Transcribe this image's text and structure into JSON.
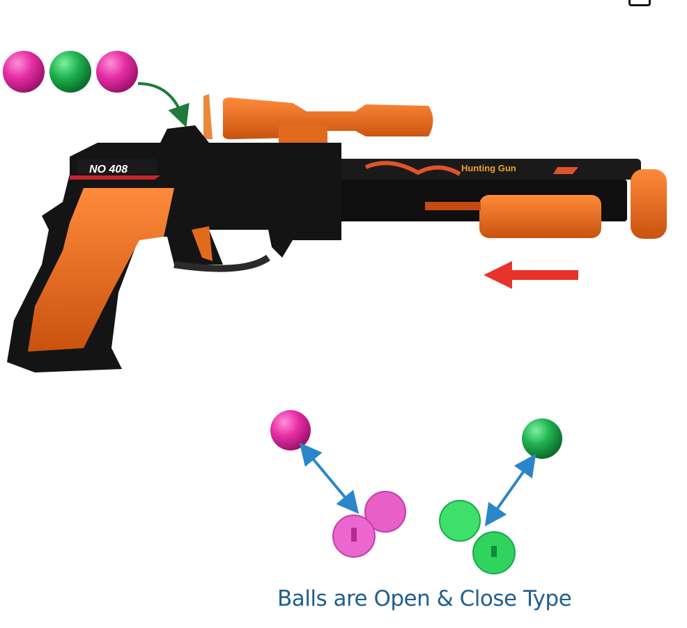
{
  "product": {
    "model_label": "NO 408",
    "barrel_label": "Hunting Gun",
    "caption": "Balls are Open & Close Type"
  },
  "colors": {
    "pink": "#e62ea5",
    "green": "#1fb24f",
    "orange": "#ec6a1c",
    "body": "#141414",
    "arrow_red": "#e8332a",
    "arrow_blue": "#2a86c8",
    "arrow_green": "#1f7a3c",
    "caption": "#1f5f8f"
  }
}
